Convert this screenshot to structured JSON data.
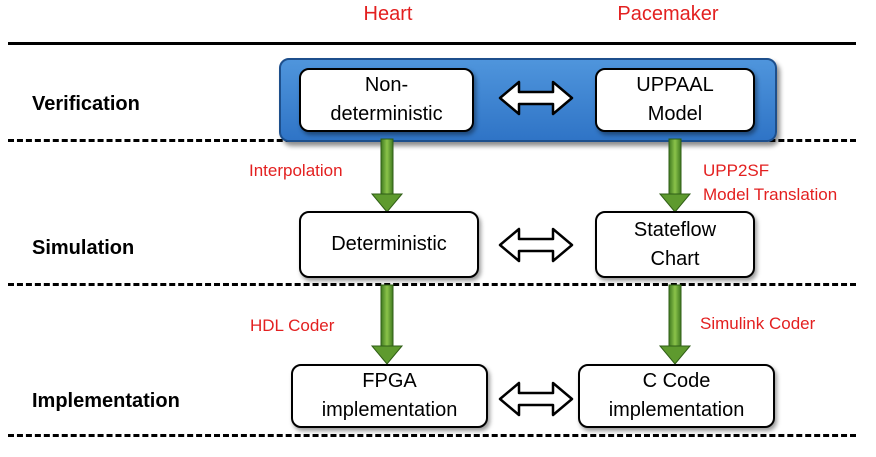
{
  "columns": {
    "heart": "Heart",
    "pacemaker": "Pacemaker"
  },
  "rows": {
    "verification": "Verification",
    "simulation": "Simulation",
    "implementation": "Implementation"
  },
  "nodes": {
    "non_deterministic": "Non-\ndeterministic",
    "uppaal_model": "UPPAAL\nModel",
    "deterministic": "Deterministic",
    "stateflow_chart": "Stateflow\nChart",
    "fpga_implementation": "FPGA\nimplementation",
    "c_code_implementation": "C Code\nimplementation"
  },
  "edge_labels": {
    "interpolation": "Interpolation",
    "upp2sf": "UPP2SF\nModel Translation",
    "hdl_coder": "HDL Coder",
    "simulink_coder": "Simulink Coder"
  },
  "colors": {
    "accent_red": "#e32020",
    "band_blue": "#3a82d2",
    "arrow_green": "#6aa83a"
  }
}
